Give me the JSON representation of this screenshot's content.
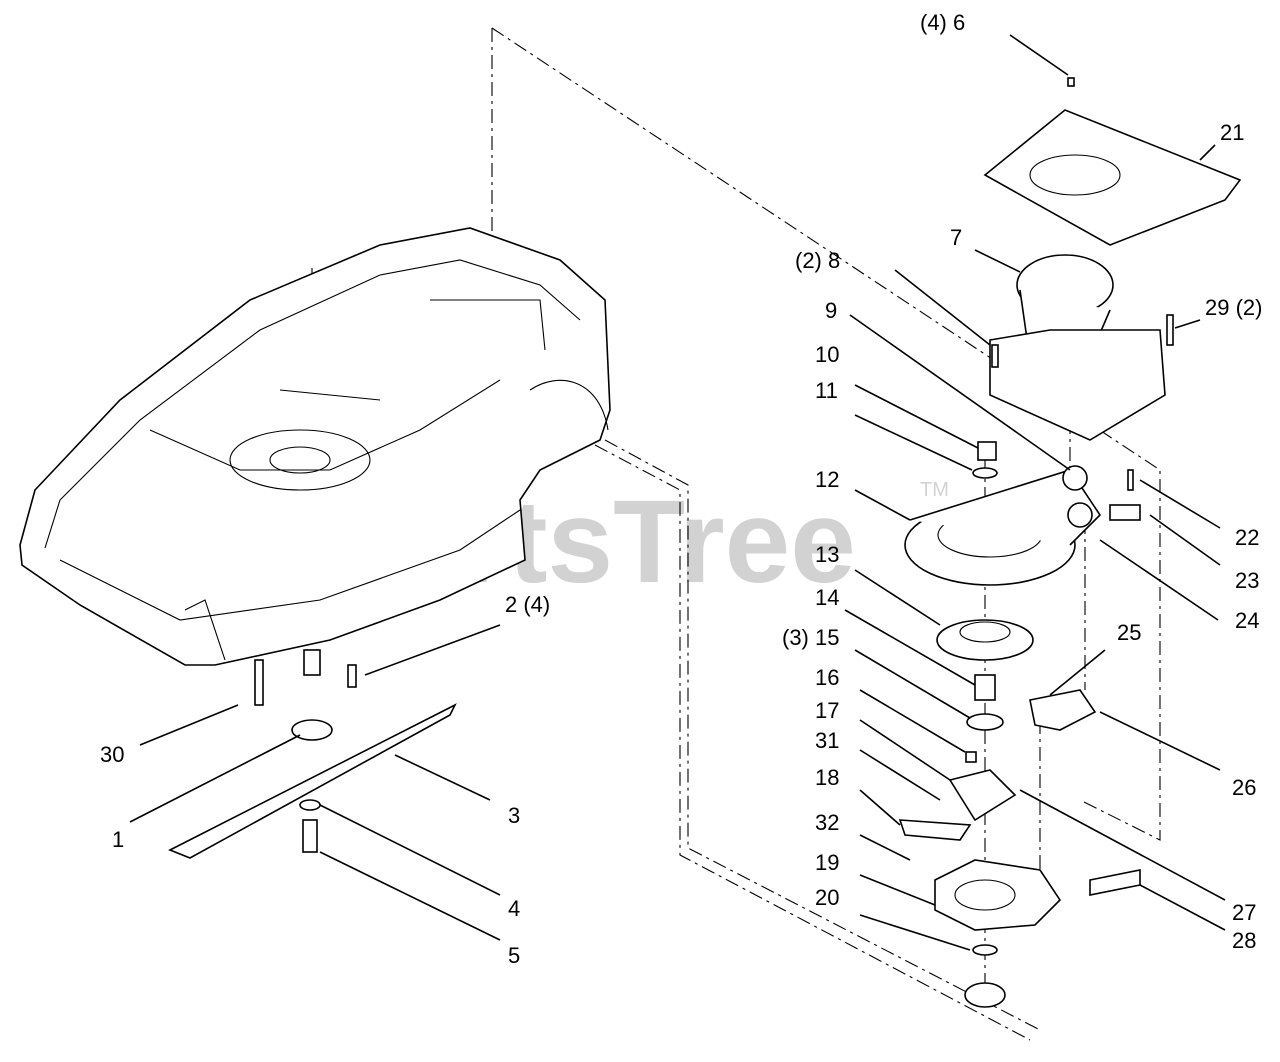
{
  "watermark": {
    "text": "PartsTree",
    "tm": "TM"
  },
  "callouts": [
    {
      "id": "c6",
      "label": "(4)  6"
    },
    {
      "id": "c21",
      "label": "21"
    },
    {
      "id": "c7",
      "label": "7"
    },
    {
      "id": "c8",
      "label": "(2) 8"
    },
    {
      "id": "c29",
      "label": "29 (2)"
    },
    {
      "id": "c9",
      "label": "9"
    },
    {
      "id": "c10",
      "label": "10"
    },
    {
      "id": "c11",
      "label": "11"
    },
    {
      "id": "c12",
      "label": "12"
    },
    {
      "id": "c22",
      "label": "22"
    },
    {
      "id": "c13",
      "label": "13"
    },
    {
      "id": "c23",
      "label": "23"
    },
    {
      "id": "c14",
      "label": "14"
    },
    {
      "id": "c24",
      "label": "24"
    },
    {
      "id": "c15",
      "label": "(3) 15"
    },
    {
      "id": "c25",
      "label": "25"
    },
    {
      "id": "c16",
      "label": "16"
    },
    {
      "id": "c17",
      "label": "17"
    },
    {
      "id": "c31",
      "label": "31"
    },
    {
      "id": "c26",
      "label": "26"
    },
    {
      "id": "c18",
      "label": "18"
    },
    {
      "id": "c32",
      "label": "32"
    },
    {
      "id": "c19",
      "label": "19"
    },
    {
      "id": "c20",
      "label": "20"
    },
    {
      "id": "c27",
      "label": "27"
    },
    {
      "id": "c28",
      "label": "28"
    },
    {
      "id": "c2",
      "label": "2 (4)"
    },
    {
      "id": "c30",
      "label": "30"
    },
    {
      "id": "c3",
      "label": "3"
    },
    {
      "id": "c1",
      "label": "1"
    },
    {
      "id": "c4",
      "label": "4"
    },
    {
      "id": "c5",
      "label": "5"
    }
  ]
}
